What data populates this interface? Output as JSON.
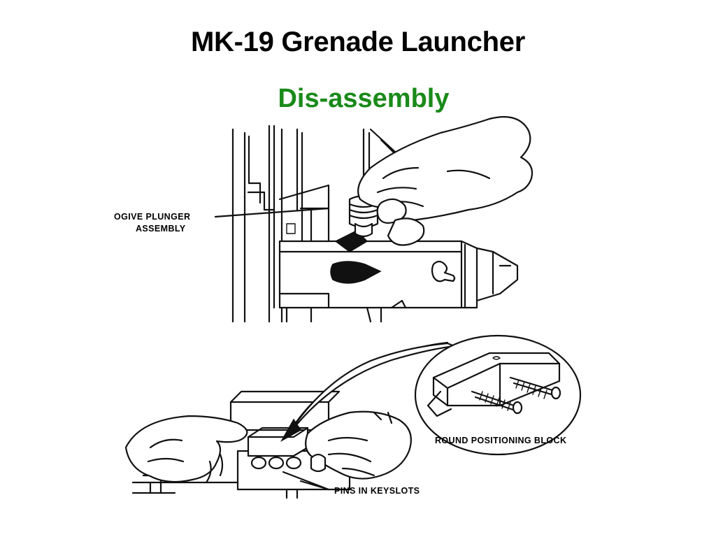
{
  "slide": {
    "title": "MK-19 Grenade Launcher",
    "subtitle": "Dis-assembly",
    "colors": {
      "title": "#000000",
      "subtitle": "#1a8a1a",
      "background": "#ffffff"
    }
  },
  "figure_top": {
    "label_line1": "OGIVE PLUNGER",
    "label_line2": "ASSEMBLY"
  },
  "figure_bottom": {
    "label_block": "ROUND POSITIONING BLOCK",
    "label_pins": "PINS IN KEYSLOTS"
  }
}
